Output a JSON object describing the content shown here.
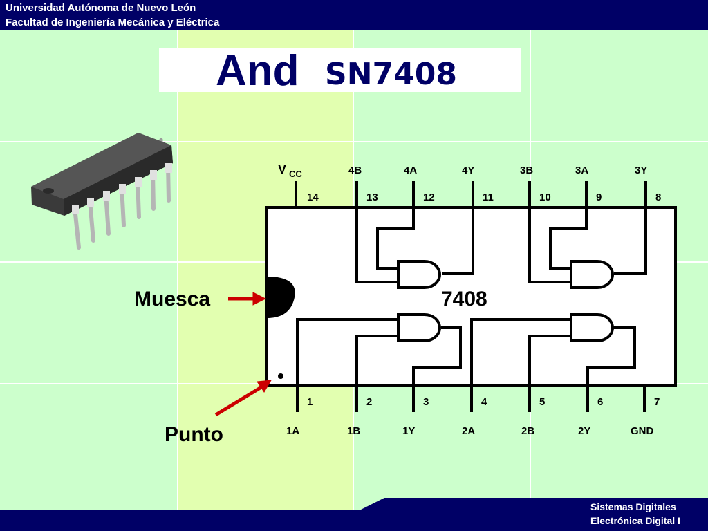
{
  "header": {
    "line1": "Universidad Autónoma de Nuevo León",
    "line2": "Facultad de Ingeniería Mecánica y Eléctrica"
  },
  "title": {
    "main": "And",
    "part": "SN7408"
  },
  "chip": {
    "label": "7408",
    "top_pins": [
      {
        "number": "14",
        "name": "V",
        "sub": "CC"
      },
      {
        "number": "13",
        "name": "4B",
        "sub": ""
      },
      {
        "number": "12",
        "name": "4A",
        "sub": ""
      },
      {
        "number": "11",
        "name": "4Y",
        "sub": ""
      },
      {
        "number": "10",
        "name": "3B",
        "sub": ""
      },
      {
        "number": "9",
        "name": "3A",
        "sub": ""
      },
      {
        "number": "8",
        "name": "3Y",
        "sub": ""
      }
    ],
    "bottom_pins": [
      {
        "number": "1",
        "name": "1A"
      },
      {
        "number": "2",
        "name": "1B"
      },
      {
        "number": "3",
        "name": "1Y"
      },
      {
        "number": "4",
        "name": "2A"
      },
      {
        "number": "5",
        "name": "2B"
      },
      {
        "number": "6",
        "name": "2Y"
      },
      {
        "number": "7",
        "name": "GND"
      }
    ]
  },
  "callouts": {
    "notch": "Muesca",
    "dot": "Punto"
  },
  "footer": {
    "line1": "Sistemas Digitales",
    "line2": "Electrónica Digital I"
  },
  "colors": {
    "navy": "#000066",
    "arrow": "#cc0000",
    "background": "#ccffcc",
    "stripe": "#e2ffb0"
  }
}
